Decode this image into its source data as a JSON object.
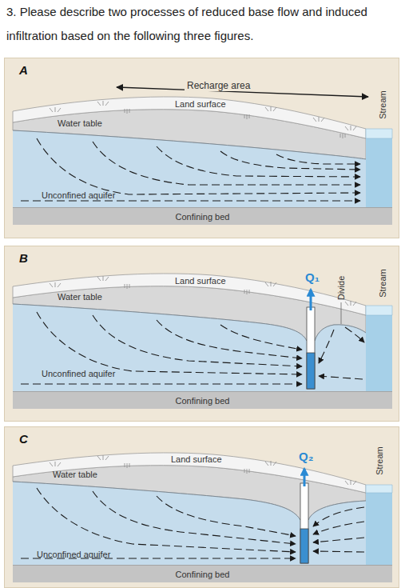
{
  "diagram": {
    "title": "3. Please describe two processes of reduced base flow and induced infiltration based on the following three figures.",
    "nodes": [
      {
        "text": [
          "A"
        ]
      },
      {
        "text": [
          "Confining bed"
        ],
        "in": 0
      },
      {
        "text": [
          "B"
        ]
      },
      {
        "text": [
          "Confining bed"
        ],
        "in": 2
      },
      {
        "text": [
          "C"
        ]
      },
      {
        "text": [
          "Confining bed"
        ],
        "in": 4
      }
    ],
    "labels": [
      "Recharge area",
      "Land surface",
      "Water table",
      "Unconfined aquifer",
      "Stream",
      "Land surface",
      "Water table",
      "Q₁",
      "Divide",
      "Stream",
      "Unconfined aquifer",
      "Land surface",
      "Water table",
      "Q₂",
      "Stream",
      "Unconfined aquifer"
    ]
  }
}
